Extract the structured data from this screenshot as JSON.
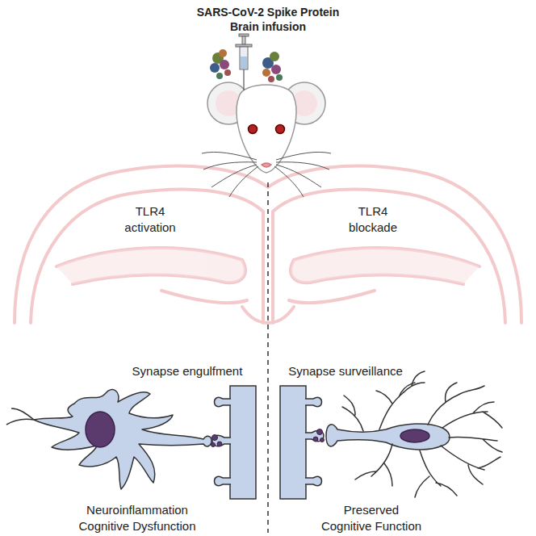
{
  "diagram": {
    "title": "SARS-CoV-2 Spike Protein Brain infusion",
    "labels": [
      "TLR4 activation",
      "TLR4 blockade",
      "Synapse engulfment",
      "Synapse surveillance",
      "Neuroinflammation Cognitive Dysfunction",
      "Preserved Cognitive Function"
    ]
  }
}
